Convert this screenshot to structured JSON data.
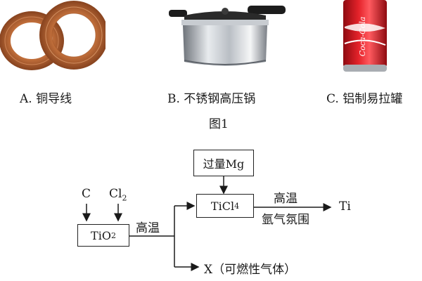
{
  "figure1": {
    "items": [
      {
        "caption": "A. 铜导线",
        "image": "copper-wire-coils"
      },
      {
        "caption": "B. 不锈钢高压锅",
        "image": "stainless-pressure-cooker"
      },
      {
        "caption": "C. 铝制易拉罐",
        "image": "aluminum-cola-can"
      }
    ],
    "title": "图1",
    "can_text": "Coca-Cola"
  },
  "flow": {
    "reactant_c": "C",
    "reactant_cl2_base": "Cl",
    "reactant_cl2_sub": "2",
    "tio2_base": "TiO",
    "tio2_sub": "2",
    "cond1": "高温",
    "excess_mg": "过量Mg",
    "ticl4_base": "TiCl",
    "ticl4_sub": "4",
    "cond2_top": "高温",
    "cond2_bottom": "氩气氛围",
    "product_ti": "Ti",
    "byproduct": "X（可燃性气体）"
  },
  "colors": {
    "copper": "#c9753f",
    "steel": "#b9bec4",
    "can_red": "#d4141c"
  }
}
